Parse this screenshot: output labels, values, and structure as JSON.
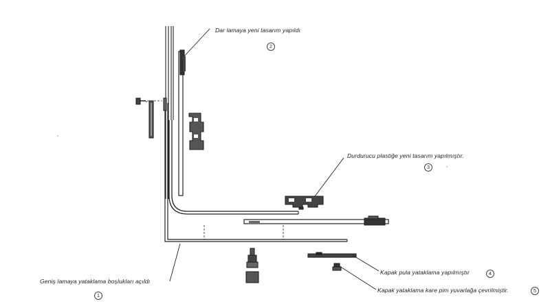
{
  "colors": {
    "ink": "#222222",
    "paper": "#ffffff"
  },
  "callouts": [
    {
      "id": "callout-1",
      "text": "Geniş lamaya yataklama boşlukları açıldı",
      "number": "1"
    },
    {
      "id": "callout-2",
      "text": "Dar lamaya yeni tasarım yapıldı",
      "number": "2"
    },
    {
      "id": "callout-3",
      "text": "Durdurucu plastiğe yeni tasarım yapılmıştır.",
      "number": "3"
    },
    {
      "id": "callout-4",
      "text": "Kapak pula yataklama yapılmıştır",
      "number": "4"
    },
    {
      "id": "callout-5",
      "text": "Kapak yataklama kare pim yuvarlağa çevrilmiştir.",
      "number": "5"
    }
  ]
}
